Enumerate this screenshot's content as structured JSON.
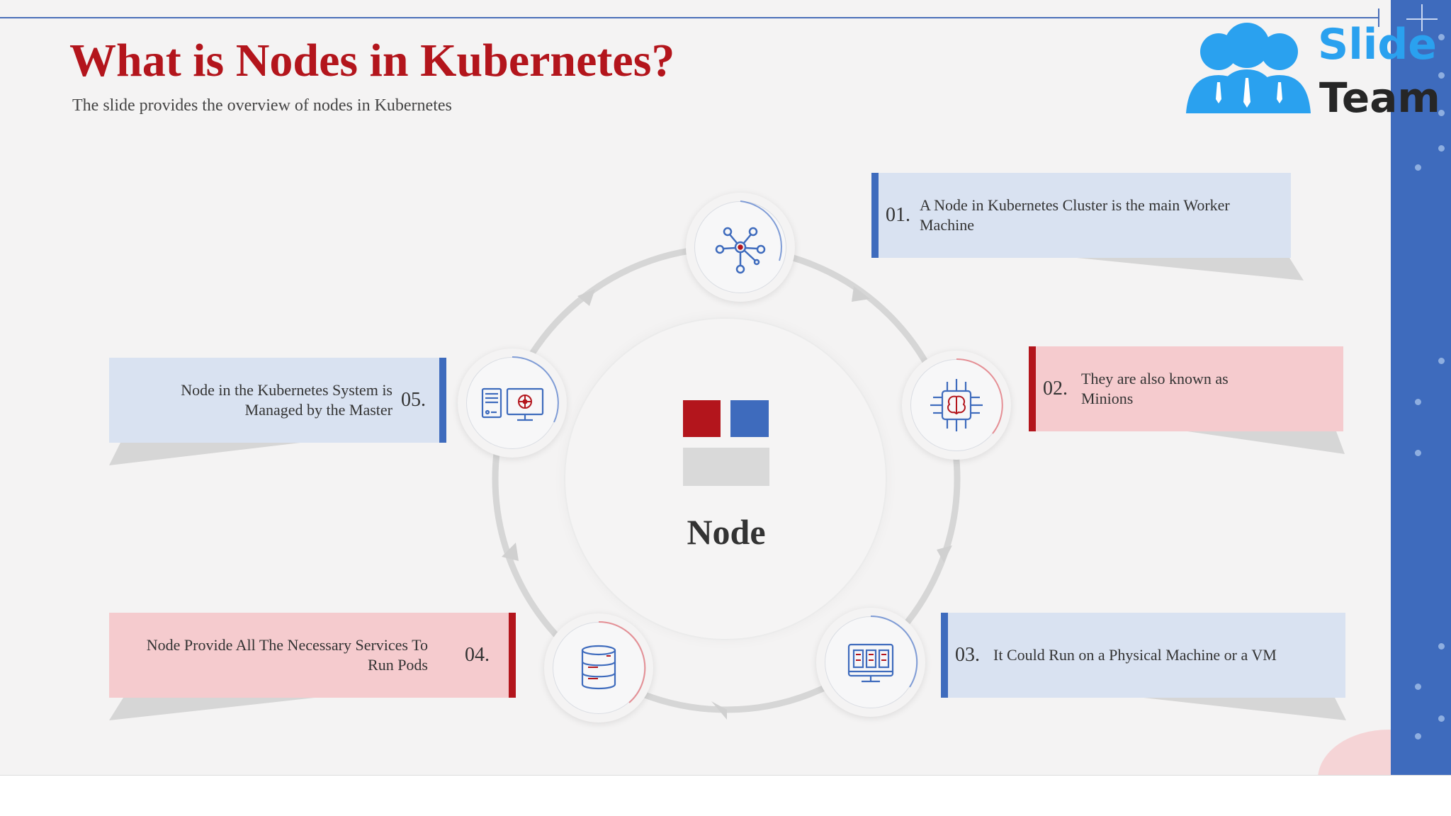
{
  "slide": {
    "title": "What is Nodes in Kubernetes?",
    "subtitle": "The slide provides the overview of  nodes in Kubernetes",
    "center_label": "Node"
  },
  "logo": {
    "line1": "Slide",
    "line2": "Team"
  },
  "points": [
    {
      "number": "01.",
      "text": "A Node in Kubernetes Cluster is the main Worker Machine",
      "icon": "network-hub-icon",
      "color": "#3e6bbd"
    },
    {
      "number": "02.",
      "text": "They are also known as Minions",
      "icon": "ai-chip-brain-icon",
      "color": "#b3151c"
    },
    {
      "number": "03.",
      "text": "It Could Run on a Physical Machine or a VM",
      "icon": "monitor-servers-icon",
      "color": "#3e6bbd"
    },
    {
      "number": "04.",
      "text": "Node Provide All The Necessary Services To Run Pods",
      "icon": "database-icon",
      "color": "#b3151c"
    },
    {
      "number": "05.",
      "text": "Node in the Kubernetes System is Managed by the Master",
      "icon": "server-computer-kubernetes-icon",
      "color": "#3e6bbd"
    }
  ],
  "colors": {
    "accent_red": "#b3151c",
    "accent_blue": "#3e6bbd",
    "light_blue": "#d9e2f1",
    "light_pink": "#f5cbce"
  }
}
